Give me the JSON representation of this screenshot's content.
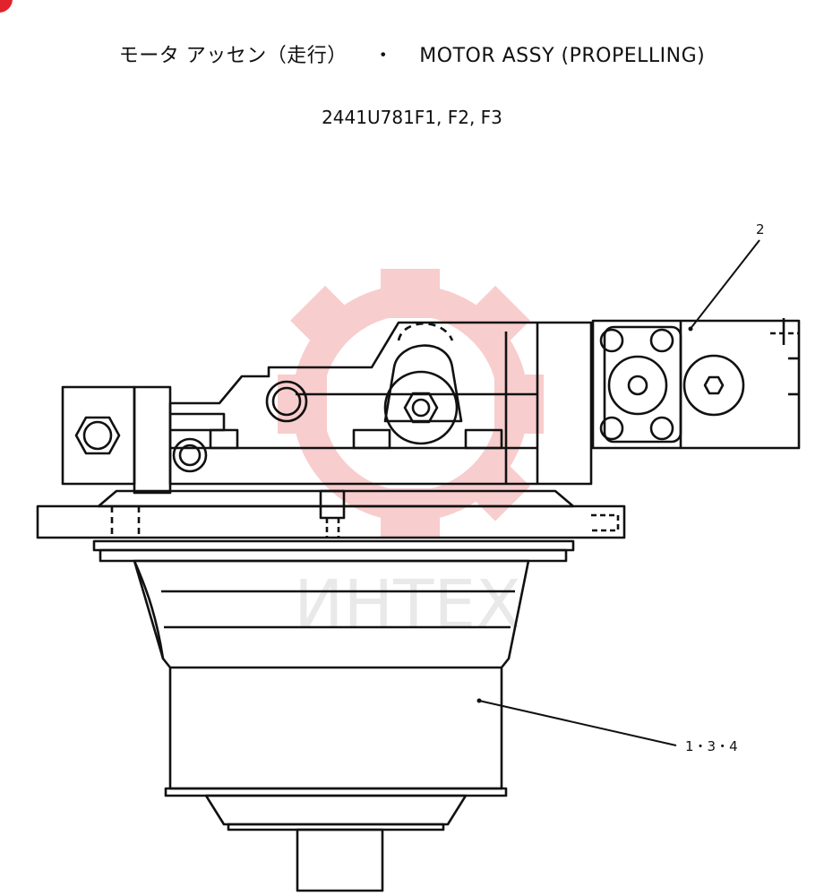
{
  "header": {
    "title_jp": "モータ アッセン（走行）",
    "separator": "・",
    "title_en": "MOTOR ASSY (PROPELLING)",
    "part_number": "2441U781F1, F2, F3"
  },
  "callouts": {
    "upper_right": "2",
    "lower_right": "1・3・4"
  },
  "watermark": {
    "text": "ИНТЕХ",
    "color": "#f2a0a0"
  }
}
